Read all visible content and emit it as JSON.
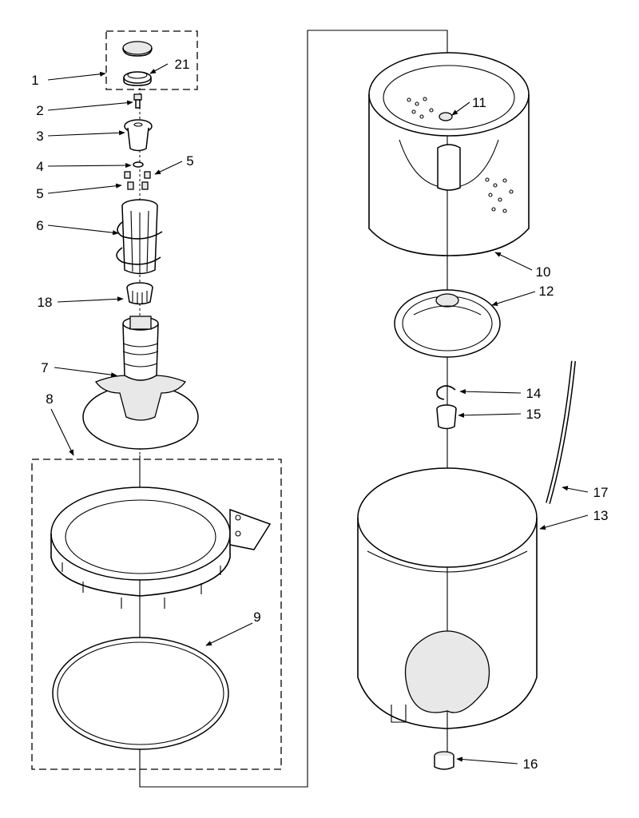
{
  "diagram": {
    "callouts": [
      {
        "id": "c1",
        "text": "1"
      },
      {
        "id": "c2",
        "text": "2"
      },
      {
        "id": "c3",
        "text": "3"
      },
      {
        "id": "c4",
        "text": "4"
      },
      {
        "id": "c5a",
        "text": "5"
      },
      {
        "id": "c5b",
        "text": "5"
      },
      {
        "id": "c6",
        "text": "6"
      },
      {
        "id": "c7",
        "text": "7"
      },
      {
        "id": "c8",
        "text": "8"
      },
      {
        "id": "c9",
        "text": "9"
      },
      {
        "id": "c10",
        "text": "10"
      },
      {
        "id": "c11",
        "text": "11"
      },
      {
        "id": "c12",
        "text": "12"
      },
      {
        "id": "c13",
        "text": "13"
      },
      {
        "id": "c14",
        "text": "14"
      },
      {
        "id": "c15",
        "text": "15"
      },
      {
        "id": "c16",
        "text": "16"
      },
      {
        "id": "c17",
        "text": "17"
      },
      {
        "id": "c18",
        "text": "18"
      },
      {
        "id": "c21",
        "text": "21"
      }
    ]
  }
}
